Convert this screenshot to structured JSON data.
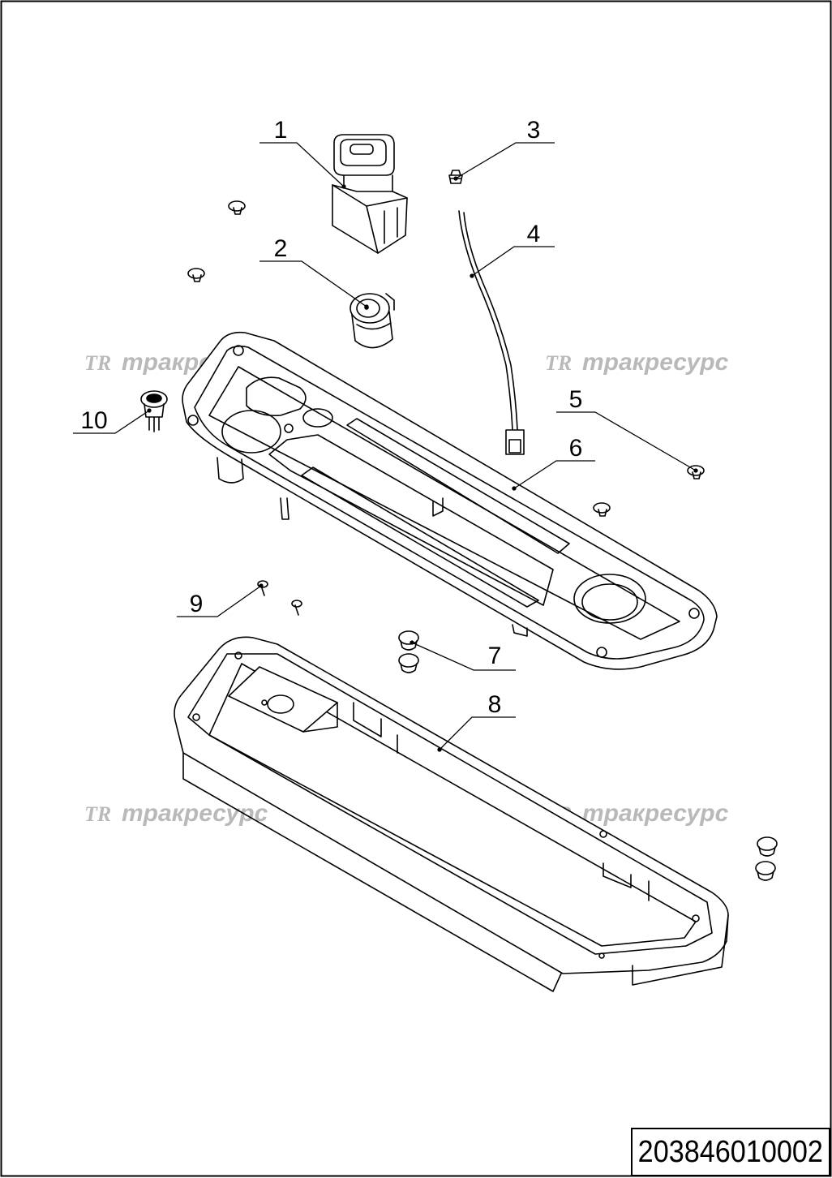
{
  "drawing": {
    "code": "203846010002",
    "watermark_text": "тракресурс",
    "watermark_logo": "TR",
    "callouts": [
      "1",
      "2",
      "3",
      "4",
      "5",
      "6",
      "7",
      "8",
      "9",
      "10"
    ]
  }
}
